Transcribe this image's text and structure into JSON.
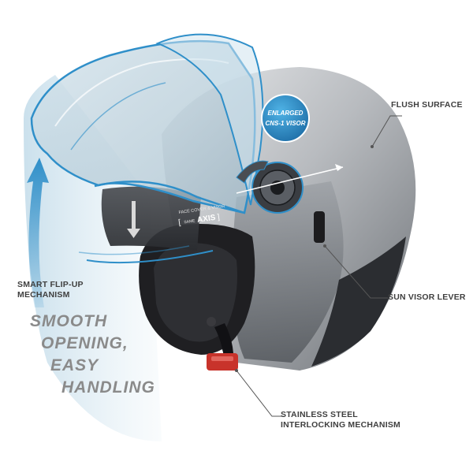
{
  "labels": {
    "flush_surface": "FLUSH SURFACE",
    "smart_flip_line1": "SMART FLIP-UP",
    "smart_flip_line2": "MECHANISM",
    "sun_visor_lever": "SUN VISOR LEVER",
    "stainless_line1": "STAINLESS STEEL",
    "stainless_line2": "INTERLOCKING MECHANISM"
  },
  "badge": {
    "line1": "ENLARGED",
    "line2": "CNS-1 VISOR"
  },
  "axis_stamp": {
    "small_text": "FACE COVER & VISOR",
    "same": "SAME",
    "axis": "AXIS"
  },
  "tagline": {
    "line1": "SMOOTH",
    "line2": "OPENING,",
    "line3": "EASY",
    "line4": "HANDLING"
  },
  "colors": {
    "accent_blue": "#2f8fc9",
    "badge_blue": "#2e8bc8",
    "helmet_silver": "#b9bcc0",
    "liner_black": "#1c1c1e",
    "buckle_red": "#c8332b",
    "label_text": "#3f3f3f",
    "tagline_text": "#8a8a8a"
  }
}
